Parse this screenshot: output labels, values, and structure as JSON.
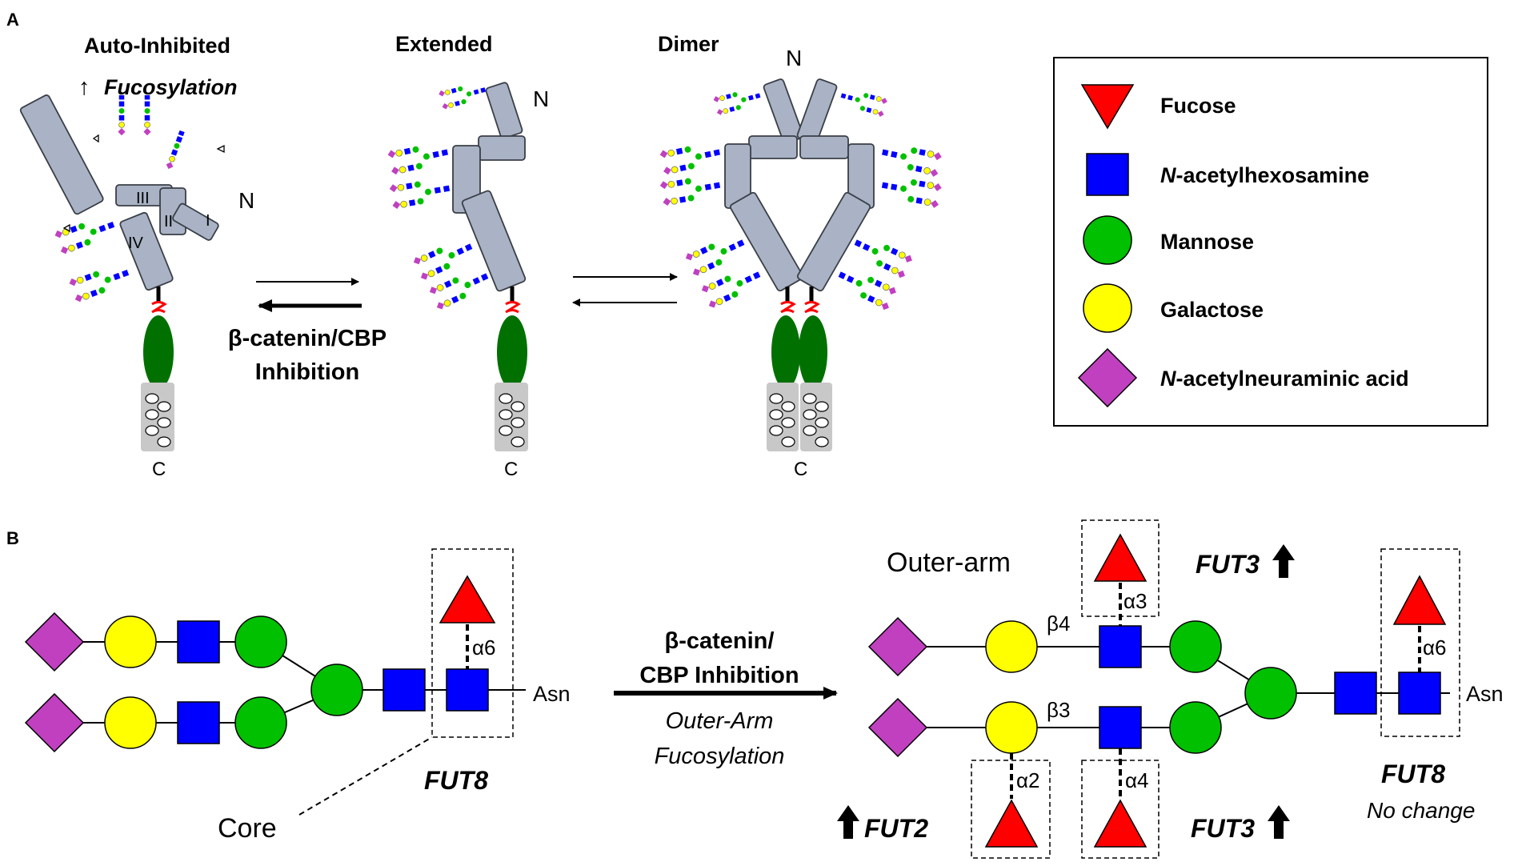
{
  "panels": {
    "a": "A",
    "b": "B"
  },
  "colors": {
    "fucose": "#ff0000",
    "hexnac": "#0000ff",
    "mannose": "#00c000",
    "galactose": "#ffff00",
    "neu5ac": "#c040c0",
    "domain": "#a9b3c5",
    "ecd_green": "#007000",
    "tm_gray": "#c8c8c8",
    "linker_red": "#ff0000"
  },
  "panel_a": {
    "states": {
      "auto_inhibited": "Auto-Inhibited",
      "fucosylation": "Fucosylation",
      "extended": "Extended",
      "dimer": "Dimer"
    },
    "arrow_icon_up": "↑",
    "termini": {
      "n": "N",
      "c": "C"
    },
    "domains": {
      "d1": "I",
      "d2": "II",
      "d3": "III",
      "d4": "IV"
    },
    "inhibition_line1": "β-catenin/CBP",
    "inhibition_line2": "Inhibition"
  },
  "legend": {
    "items": [
      {
        "label_rest": "Fucose",
        "label_italic": "",
        "shape": "triangle-icon"
      },
      {
        "label_italic": "N",
        "label_rest": "-acetylhexosamine",
        "shape": "square-icon"
      },
      {
        "label_italic": "",
        "label_rest": "Mannose",
        "shape": "circle-icon"
      },
      {
        "label_italic": "",
        "label_rest": "Galactose",
        "shape": "circle-icon"
      },
      {
        "label_italic": "N",
        "label_rest": "-acetylneuraminic acid",
        "shape": "diamond-icon"
      }
    ]
  },
  "panel_b": {
    "asn": "Asn",
    "core": "Core",
    "outer_arm": "Outer-arm",
    "fut8": "FUT8",
    "fut3": "FUT3",
    "fut2": "FUT2",
    "no_change": "No change",
    "linkages": {
      "a6": "α6",
      "a3": "α3",
      "a2": "α2",
      "a4": "α4",
      "b4": "β4",
      "b3": "β3"
    },
    "center_line1": "β-catenin/",
    "center_line2": "CBP Inhibition",
    "center_line3": "Outer-Arm",
    "center_line4": "Fucosylation"
  }
}
